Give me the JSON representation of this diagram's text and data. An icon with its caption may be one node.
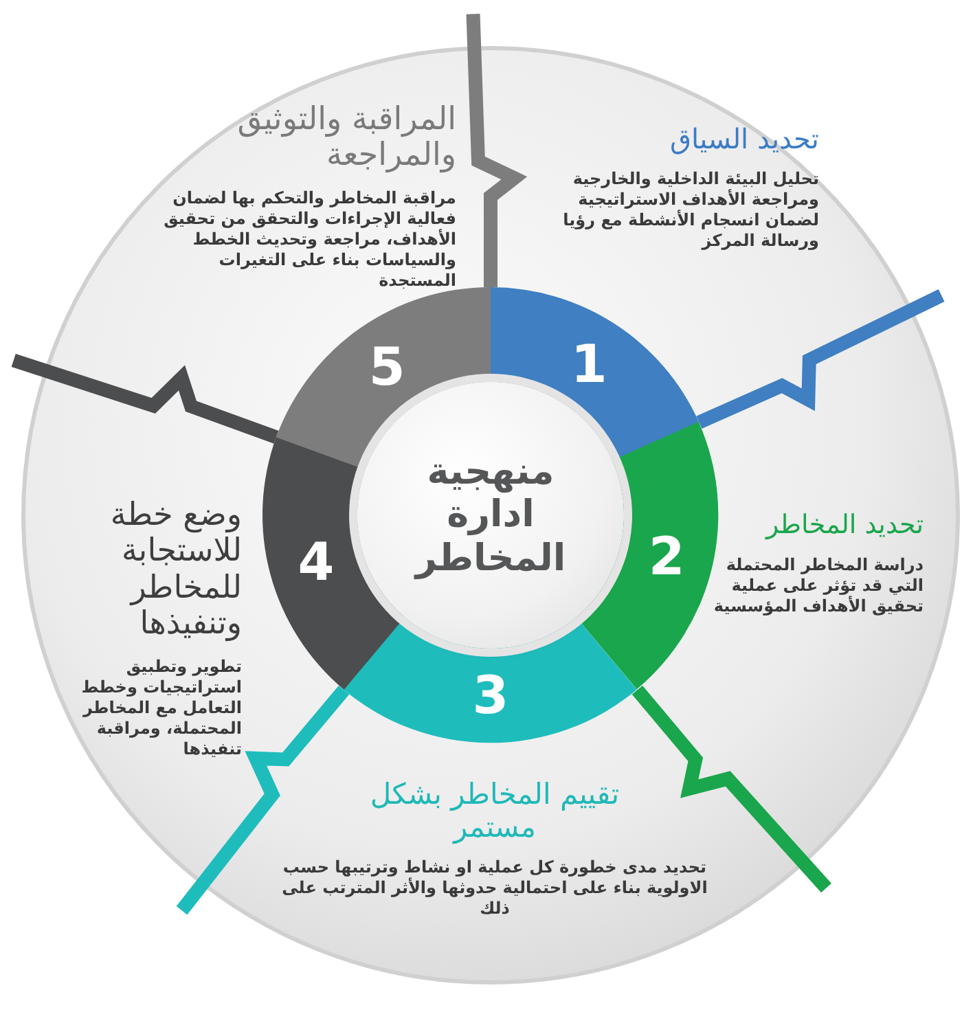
{
  "diagram": {
    "nodes": [
      {
        "text": [
          "منهجية ادارة المخاطر"
        ]
      },
      {
        "text": [
          "1"
        ]
      },
      {
        "text": [
          "2"
        ]
      },
      {
        "text": [
          "3"
        ]
      },
      {
        "text": [
          "4"
        ]
      },
      {
        "text": [
          "5"
        ]
      },
      {
        "text": [
          "تحديد السياق",
          "تحليل البيئة الداخلية والخارجية ومراجعة الأهداف الاستراتيجية لضمان انسجام الأنشطة مع رؤيا ورسالة المركز"
        ]
      },
      {
        "text": [
          "تحديد المخاطر",
          "دراسة المخاطر المحتملة التي قد تؤثر على عملية تحقيق الأهداف المؤسسية"
        ]
      },
      {
        "text": [
          "تقييم المخاطر بشكل مستمر",
          "تحديد مدى خطورة كل عملية او نشاط وترتيبها حسب الاولوية بناء على احتمالية حدوثها والأثر المترتب على ذلك"
        ]
      },
      {
        "text": [
          "وضع خطة للاستجابة للمخاطر وتنفيذها",
          "تطوير وتطبيق استراتيجيات وخطط التعامل مع المخاطر المحتملة، ومراقبة تنفيذها"
        ]
      },
      {
        "text": [
          "المراقبة والتوثيق والمراجعة",
          "مراقبة المخاطر والتحكم بها لضمان فعالية الإجراءات والتحقق من تحقيق الأهداف، مراجعة وتحديث الخطط والسياسات بناء على التغيرات المستجدة"
        ]
      }
    ]
  }
}
